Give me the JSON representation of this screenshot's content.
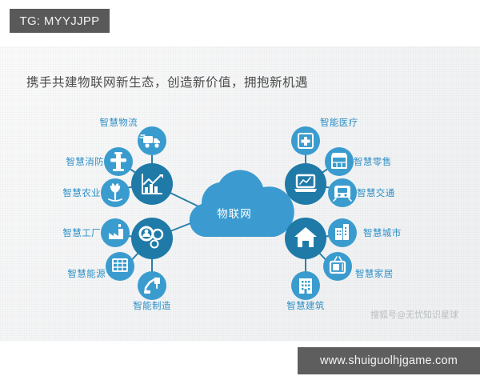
{
  "badge": {
    "label": "TG: MYYJJPP"
  },
  "url_bar": {
    "label": "www.shuiguolhjgame.com"
  },
  "canvas": {
    "headline": "携手共建物联网新生态，创造新价值，拥抱新机遇",
    "watermark": "搜狐号@无忧知识星球",
    "center": {
      "label": "物联网",
      "icon": "cloud-icon"
    },
    "colors": {
      "hub_blue": "#1f7aa8",
      "satellite_blue": "#3a9cce",
      "cloud_blue": "#3b9bd0",
      "link_blue": "#2d7ea9",
      "label_blue": "#2e90c6",
      "headline_gray": "#4c4c4c",
      "badge_gray": "#595959",
      "urlbar_gray": "#5e5e5e",
      "watermark_gray": "#b9bdc0"
    },
    "clusters": [
      {
        "name": "top-left",
        "hub": {
          "icon": "bar-chart-growth-icon"
        },
        "nodes": [
          {
            "label": "智慧物流",
            "icon": "delivery-truck-icon"
          },
          {
            "label": "智慧消防",
            "icon": "fire-hydrant-icon"
          },
          {
            "label": "智慧农业",
            "icon": "sprout-plant-icon"
          }
        ]
      },
      {
        "name": "bottom-left",
        "hub": {
          "icon": "gears-person-icon"
        },
        "nodes": [
          {
            "label": "智慧工厂",
            "icon": "factory-icon"
          },
          {
            "label": "智慧能源",
            "icon": "solar-panel-icon"
          },
          {
            "label": "智能制造",
            "icon": "robot-arm-icon"
          }
        ]
      },
      {
        "name": "top-right",
        "hub": {
          "icon": "laptop-chart-icon"
        },
        "nodes": [
          {
            "label": "智能医疗",
            "icon": "medical-cross-icon"
          },
          {
            "label": "智慧零售",
            "icon": "shop-storefront-icon"
          },
          {
            "label": "智慧交通",
            "icon": "train-icon"
          }
        ]
      },
      {
        "name": "bottom-right",
        "hub": {
          "icon": "house-icon"
        },
        "nodes": [
          {
            "label": "智慧城市",
            "icon": "city-buildings-icon"
          },
          {
            "label": "智慧家居",
            "icon": "television-icon"
          },
          {
            "label": "智慧建筑",
            "icon": "office-building-icon"
          }
        ]
      }
    ]
  }
}
